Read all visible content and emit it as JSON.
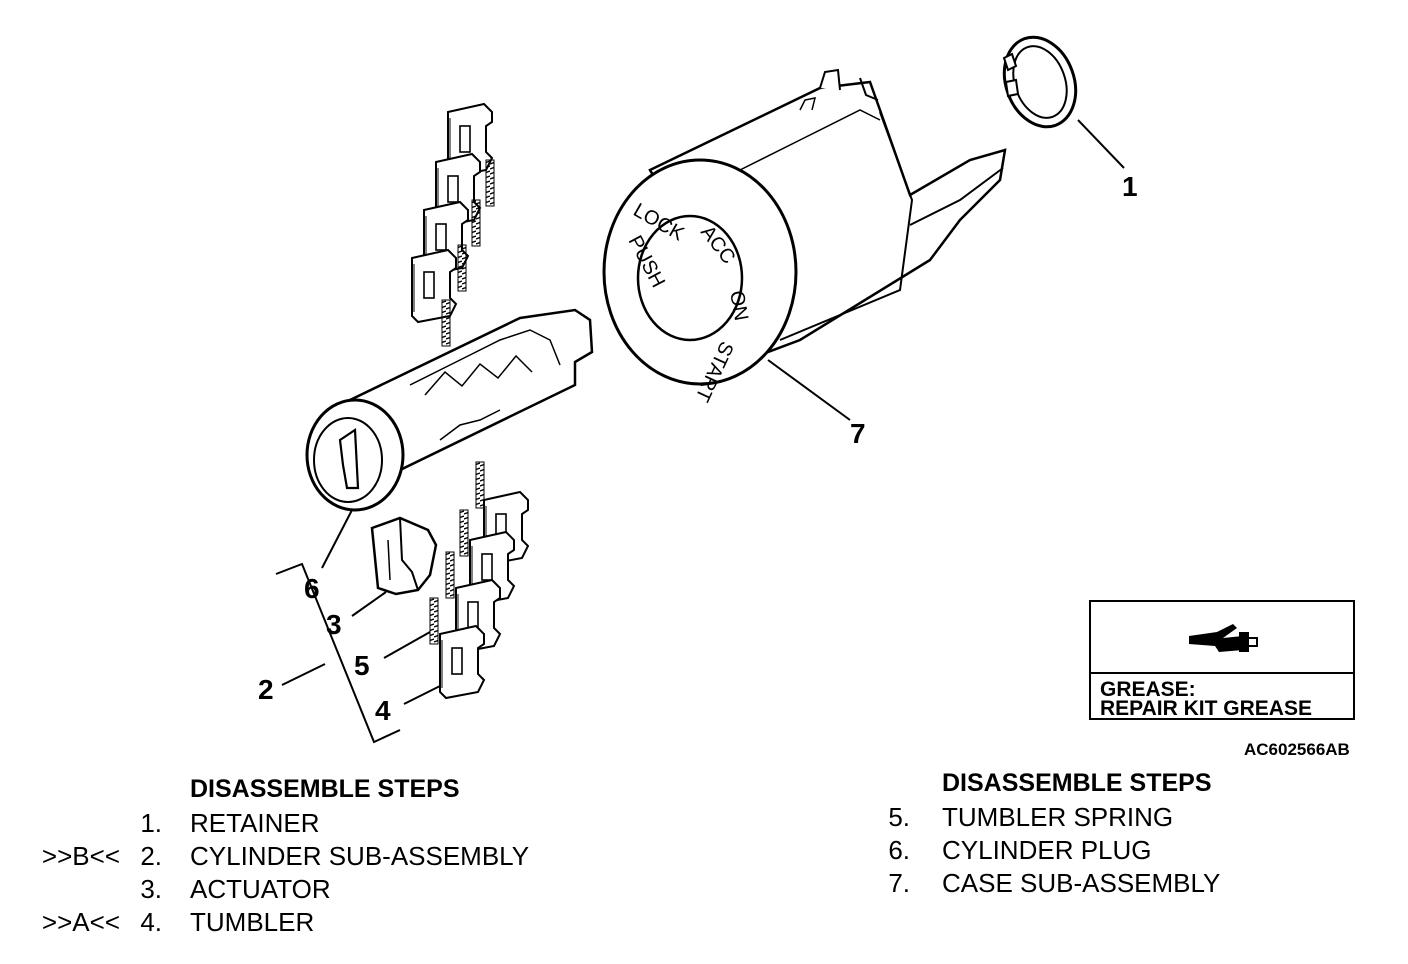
{
  "callouts": [
    "1",
    "2",
    "3",
    "4",
    "5",
    "6",
    "7"
  ],
  "dial_labels": {
    "lock": "LOCK",
    "acc": "ACC",
    "on": "ON",
    "start": "START",
    "push": "PUSH"
  },
  "grease_box": {
    "line1": "GREASE:",
    "line2": "REPAIR KIT GREASE",
    "icon": "grease-gun-icon"
  },
  "figure_code": "AC602566AB",
  "left_list": {
    "title": "DISASSEMBLE STEPS",
    "items": [
      {
        "mark": "",
        "num": "1.",
        "text": "RETAINER"
      },
      {
        "mark": ">>B<<",
        "num": "2.",
        "text": "CYLINDER SUB-ASSEMBLY"
      },
      {
        "mark": "",
        "num": "3.",
        "text": "ACTUATOR"
      },
      {
        "mark": ">>A<<",
        "num": "4.",
        "text": "TUMBLER"
      }
    ]
  },
  "right_list": {
    "title": "DISASSEMBLE STEPS",
    "items": [
      {
        "num": "5.",
        "text": "TUMBLER SPRING"
      },
      {
        "num": "6.",
        "text": "CYLINDER PLUG"
      },
      {
        "num": "7.",
        "text": "CASE SUB-ASSEMBLY"
      }
    ]
  }
}
